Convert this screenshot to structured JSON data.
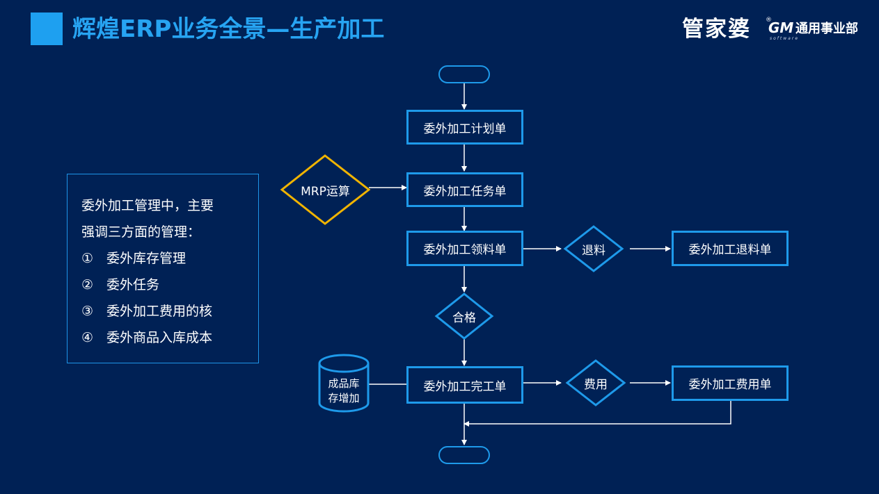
{
  "header": {
    "title": "辉煌ERP业务全景—生产加工",
    "logo_text": "管家婆",
    "logo_gm": "GM",
    "logo_software": "software",
    "logo_dept": "通用事业部"
  },
  "info": {
    "line1": "委外加工管理中，主要",
    "line2": "强调三方面的管理：",
    "items": [
      {
        "num": "①",
        "text": "委外库存管理"
      },
      {
        "num": "②",
        "text": "委外任务"
      },
      {
        "num": "③",
        "text": "委外加工费用的核"
      },
      {
        "num": "④",
        "text": "委外商品入库成本"
      }
    ]
  },
  "flow": {
    "plan": "委外加工计划单",
    "task": "委外加工任务单",
    "mrp": "MRP运算",
    "pick": "委外加工领料单",
    "return_decision": "退料",
    "return_doc": "委外加工退料单",
    "qualified": "合格",
    "finish": "委外加工完工单",
    "stock_line1": "成品库",
    "stock_line2": "存增加",
    "fee_decision": "费用",
    "fee_doc": "委外加工费用单"
  },
  "colors": {
    "background": "#002155",
    "accent": "#1e9aea",
    "mrp_border": "#f0b400",
    "text": "#ffffff"
  }
}
